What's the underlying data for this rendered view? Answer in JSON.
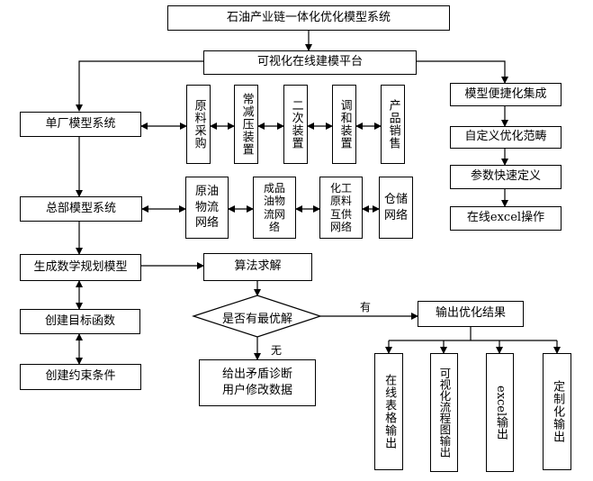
{
  "nodes": {
    "title": "石油产业链一体化优化模型系统",
    "platform": "可视化在线建模平台",
    "single_plant": "单厂模型系统",
    "hq": "总部模型系统",
    "generate": "生成数学规划模型",
    "objective": "创建目标函数",
    "constraints": "创建约束条件",
    "algorithm": "算法求解",
    "optimal": "是否有最优解",
    "conflict": "给出矛盾诊断\n用户修改数据",
    "output": "输出优化结果",
    "mc1": "原料采购",
    "mc2": "常减压装置",
    "mc3": "二次装置",
    "mc4": "调和装置",
    "mc5": "产品销售",
    "hq1": "原油\n物流\n网络",
    "hq2": "成品\n油物\n流网\n络",
    "hq3": "化工\n原料\n互供\n网络",
    "hq4": "仓储\n网络",
    "r1": "模型便捷化集成",
    "r2": "自定义优化范畴",
    "r3": "参数快速定义",
    "r4": "在线excel操作",
    "o1": "在线表格输出",
    "o2": "可视化流程图输出",
    "o3": "excel输出",
    "o4": "定制化输出"
  },
  "labels": {
    "yes": "有",
    "no": "无"
  }
}
